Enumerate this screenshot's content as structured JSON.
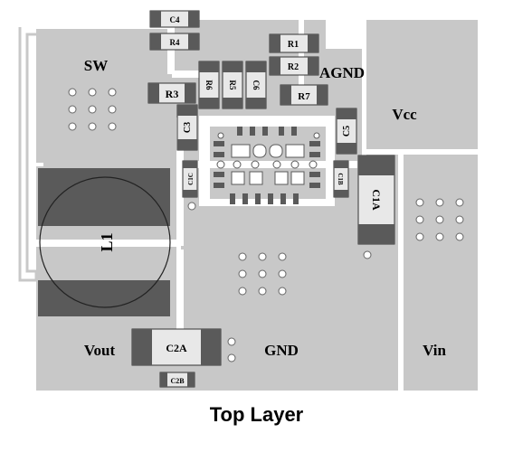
{
  "title": "Top Layer",
  "nets": {
    "sw": "SW",
    "agnd": "AGND",
    "vcc": "Vcc",
    "vout": "Vout",
    "gnd": "GND",
    "vin": "Vin"
  },
  "components": {
    "c4": "C4",
    "r4": "R4",
    "r1": "R1",
    "r2": "R2",
    "r3": "R3",
    "r6": "R6",
    "r5": "R5",
    "c6": "C6",
    "r7": "R7",
    "c3": "C3",
    "c5": "C5",
    "c1c": "C1C",
    "c1b": "C1B",
    "c1a": "C1A",
    "l1": "L1",
    "c2a": "C2A",
    "c2b": "C2B"
  },
  "colors": {
    "copper": "#c8c8c8",
    "pad_dark": "#5a5a5a",
    "pad_light": "#e8e8e8",
    "background": "#ffffff"
  }
}
